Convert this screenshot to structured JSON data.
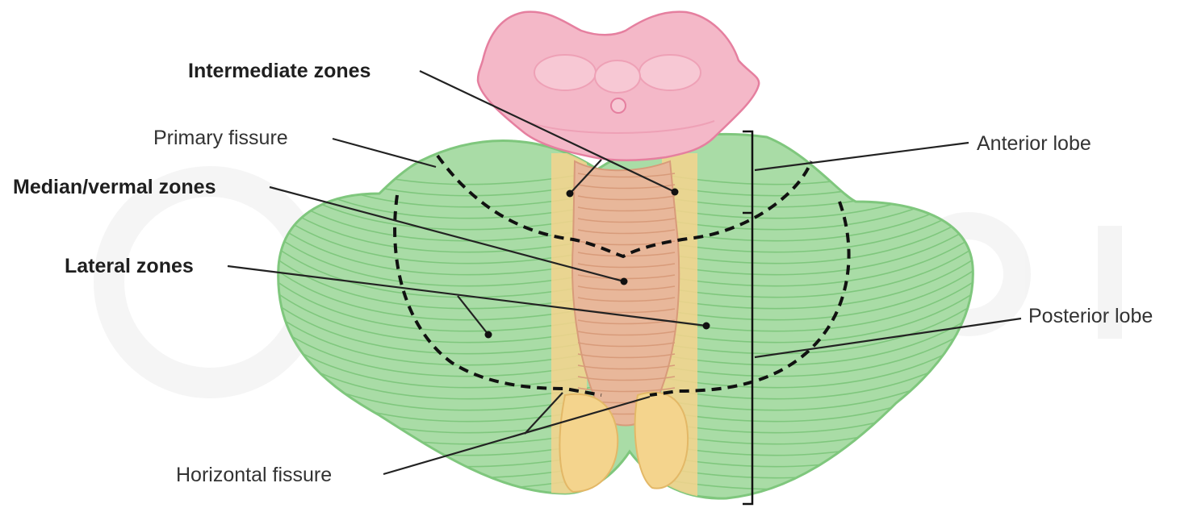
{
  "colors": {
    "cerebellum_fill": "#a9dca6",
    "cerebellum_stroke": "#7fc77d",
    "folia_stroke": "#7fc77d",
    "vermis_fill": "#e8b79a",
    "vermis_stroke": "#d89b7a",
    "intermediate_fill": "#f4d48d",
    "brainstem_fill": "#f4b8c8",
    "brainstem_stroke": "#e57f9f",
    "leader_line": "#222222",
    "dashed_line": "#111111"
  },
  "labels": {
    "intermediate_zones": "Intermediate zones",
    "primary_fissure": "Primary fissure",
    "median_vermal_zones": "Median/vermal zones",
    "lateral_zones": "Lateral zones",
    "horizontal_fissure": "Horizontal fissure",
    "anterior_lobe": "Anterior lobe",
    "posterior_lobe": "Posterior lobe"
  }
}
